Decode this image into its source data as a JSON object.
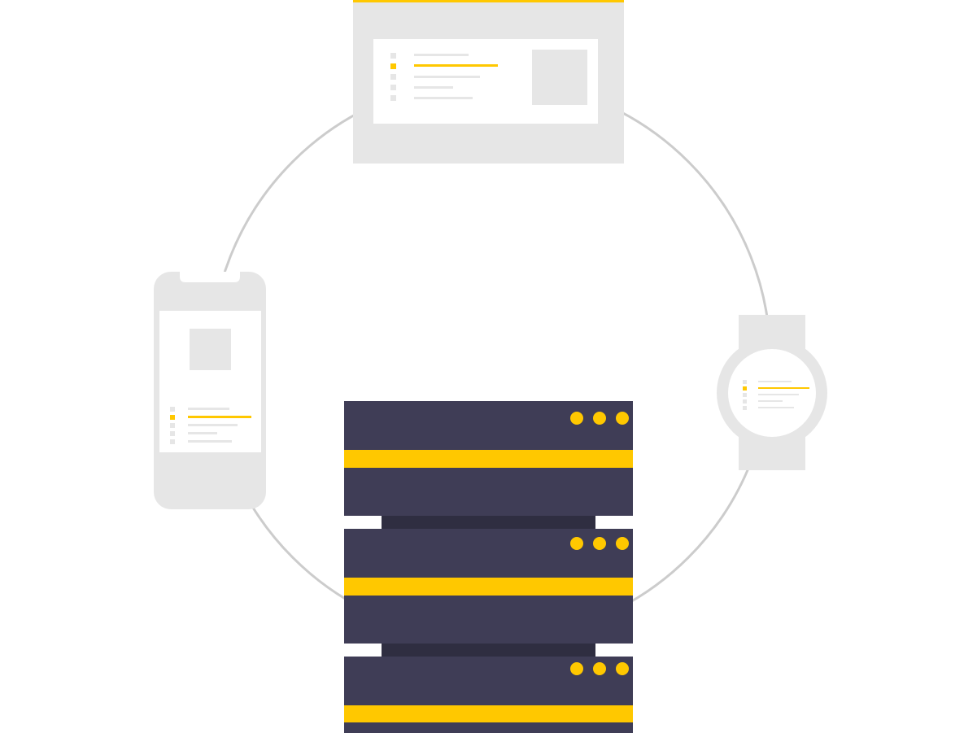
{
  "colors": {
    "background": "#ffffff",
    "device_gray": "#e6e6e6",
    "screen_white": "#ffffff",
    "placeholder_gray": "#e6e6e6",
    "accent_yellow": "#ffc800",
    "server_body": "#3f3d56",
    "server_connector": "#2f2e41",
    "ring_gray": "#cccccc"
  },
  "illustration": {
    "subject": "server-sync-illustration",
    "devices": [
      "desktop-monitor",
      "smartphone",
      "smartwatch",
      "server-rack"
    ],
    "server_units": 3,
    "server_unit_indicator_lights": 3,
    "desktop_list_rows": 5,
    "desktop_highlighted_row": 2,
    "phone_list_rows": 5,
    "phone_highlighted_row": 2,
    "watch_list_rows": 5,
    "watch_highlighted_row": 2
  }
}
